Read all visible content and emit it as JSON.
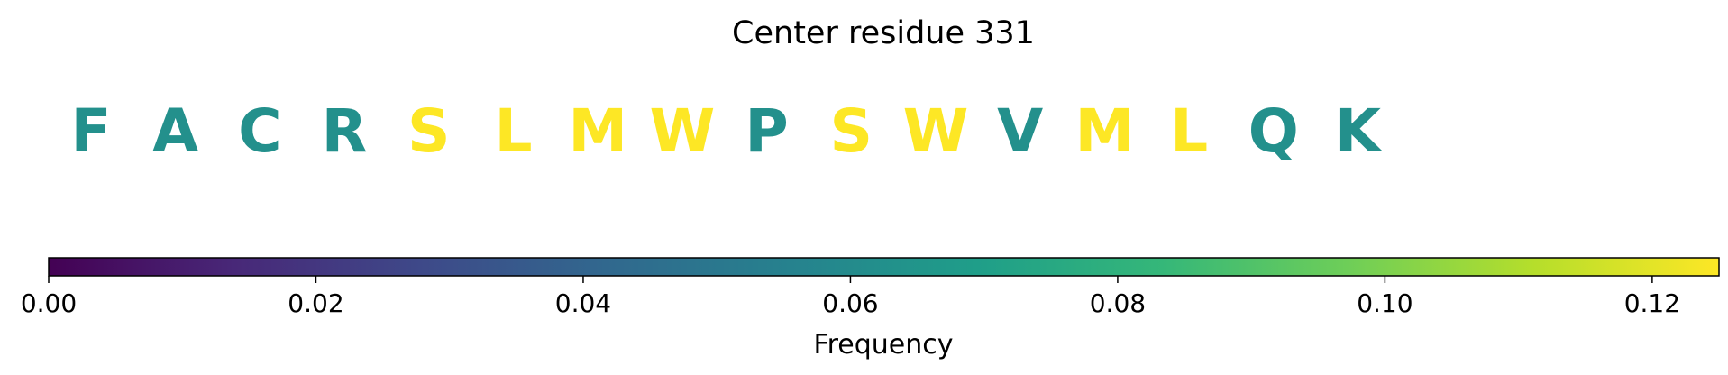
{
  "chart_data": {
    "type": "colorbar-sequence",
    "title": "Center residue 331",
    "residues": [
      {
        "letter": "F",
        "value": 0.0625
      },
      {
        "letter": "A",
        "value": 0.0625
      },
      {
        "letter": "C",
        "value": 0.0625
      },
      {
        "letter": "R",
        "value": 0.0625
      },
      {
        "letter": "S",
        "value": 0.125
      },
      {
        "letter": "L",
        "value": 0.125
      },
      {
        "letter": "M",
        "value": 0.125
      },
      {
        "letter": "W",
        "value": 0.125
      },
      {
        "letter": "P",
        "value": 0.0625
      },
      {
        "letter": "S",
        "value": 0.125
      },
      {
        "letter": "W",
        "value": 0.125
      },
      {
        "letter": "V",
        "value": 0.0625
      },
      {
        "letter": "M",
        "value": 0.125
      },
      {
        "letter": "L",
        "value": 0.125
      },
      {
        "letter": "Q",
        "value": 0.0625
      },
      {
        "letter": "K",
        "value": 0.0625
      }
    ],
    "colorbar": {
      "label": "Frequency",
      "range": [
        0,
        0.125
      ],
      "colormap": "viridis",
      "ticks": [
        {
          "value": 0.0,
          "label": "0.00"
        },
        {
          "value": 0.02,
          "label": "0.02"
        },
        {
          "value": 0.04,
          "label": "0.04"
        },
        {
          "value": 0.06,
          "label": "0.06"
        },
        {
          "value": 0.08,
          "label": "0.08"
        },
        {
          "value": 0.1,
          "label": "0.10"
        },
        {
          "value": 0.12,
          "label": "0.12"
        }
      ]
    },
    "colors": {
      "viridis_stops": [
        "#440154",
        "#482878",
        "#3e4989",
        "#31688e",
        "#26828e",
        "#1f9e89",
        "#35b779",
        "#6ece58",
        "#b5de2b",
        "#fde725"
      ]
    }
  }
}
